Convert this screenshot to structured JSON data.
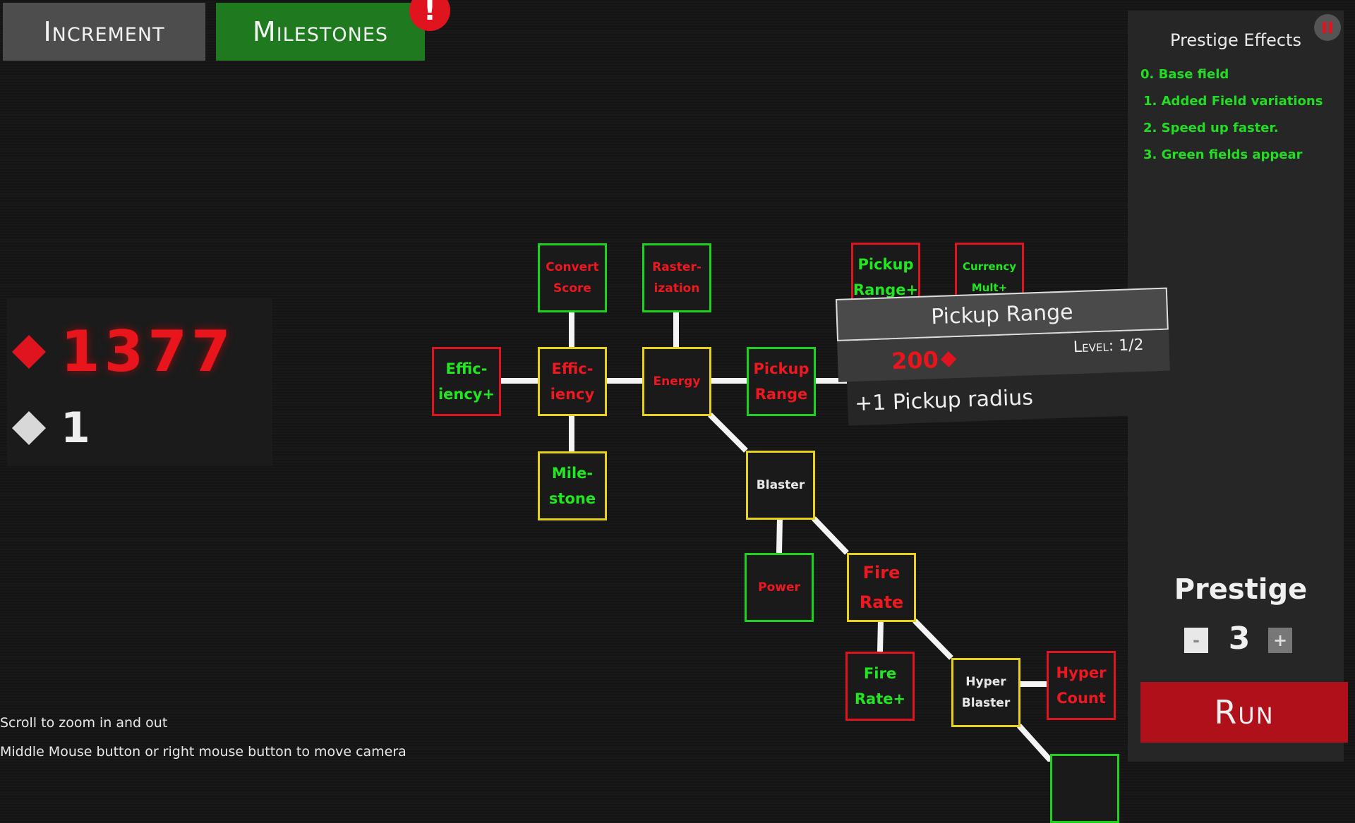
{
  "tabs": {
    "increment": "Increment",
    "milestones": "Milestones",
    "milestones_badge": "!"
  },
  "currency": {
    "primary": "1377",
    "secondary": "1"
  },
  "nodes": {
    "convert_score": [
      "Convert",
      "Score"
    ],
    "rasterization": [
      "Raster-",
      "ization"
    ],
    "pickup_range_plus": [
      "Pickup",
      "Range+"
    ],
    "currency_mult_plus": [
      "Currency",
      "Mult+"
    ],
    "efficiency_plus": [
      "Effic-",
      "iency+"
    ],
    "efficiency": [
      "Effic-",
      "iency"
    ],
    "energy": [
      "Energy"
    ],
    "pickup_range": [
      "Pickup",
      "Range"
    ],
    "milestone": [
      "Mile-",
      "stone"
    ],
    "blaster": [
      "Blaster"
    ],
    "power": [
      "Power"
    ],
    "fire_rate": [
      "Fire",
      "Rate"
    ],
    "fire_rate_plus": [
      "Fire",
      "Rate+"
    ],
    "hyper_blaster": [
      "Hyper",
      "Blaster"
    ],
    "hyper_count": [
      "Hyper",
      "Count"
    ]
  },
  "tooltip": {
    "title": "Pickup Range",
    "cost": "200",
    "level": "Level: 1/2",
    "description": "+1 Pickup radius"
  },
  "prestige_effects": {
    "title": "Prestige Effects",
    "items": [
      "0. Base field",
      "1. Added Field variations",
      "2. Speed up faster.",
      "3. Green fields appear"
    ]
  },
  "prestige": {
    "label": "Prestige",
    "minus": "-",
    "value": "3",
    "plus": "+",
    "run": "Run"
  },
  "hints": [
    "Scroll to zoom in and out",
    "Middle Mouse button or right mouse button to move camera"
  ],
  "colors": {
    "green": "#22e622",
    "red": "#ee1820",
    "yellow": "#e6d21a",
    "run_button": "#b0101a",
    "milestones_tab": "#1f7a1f"
  }
}
